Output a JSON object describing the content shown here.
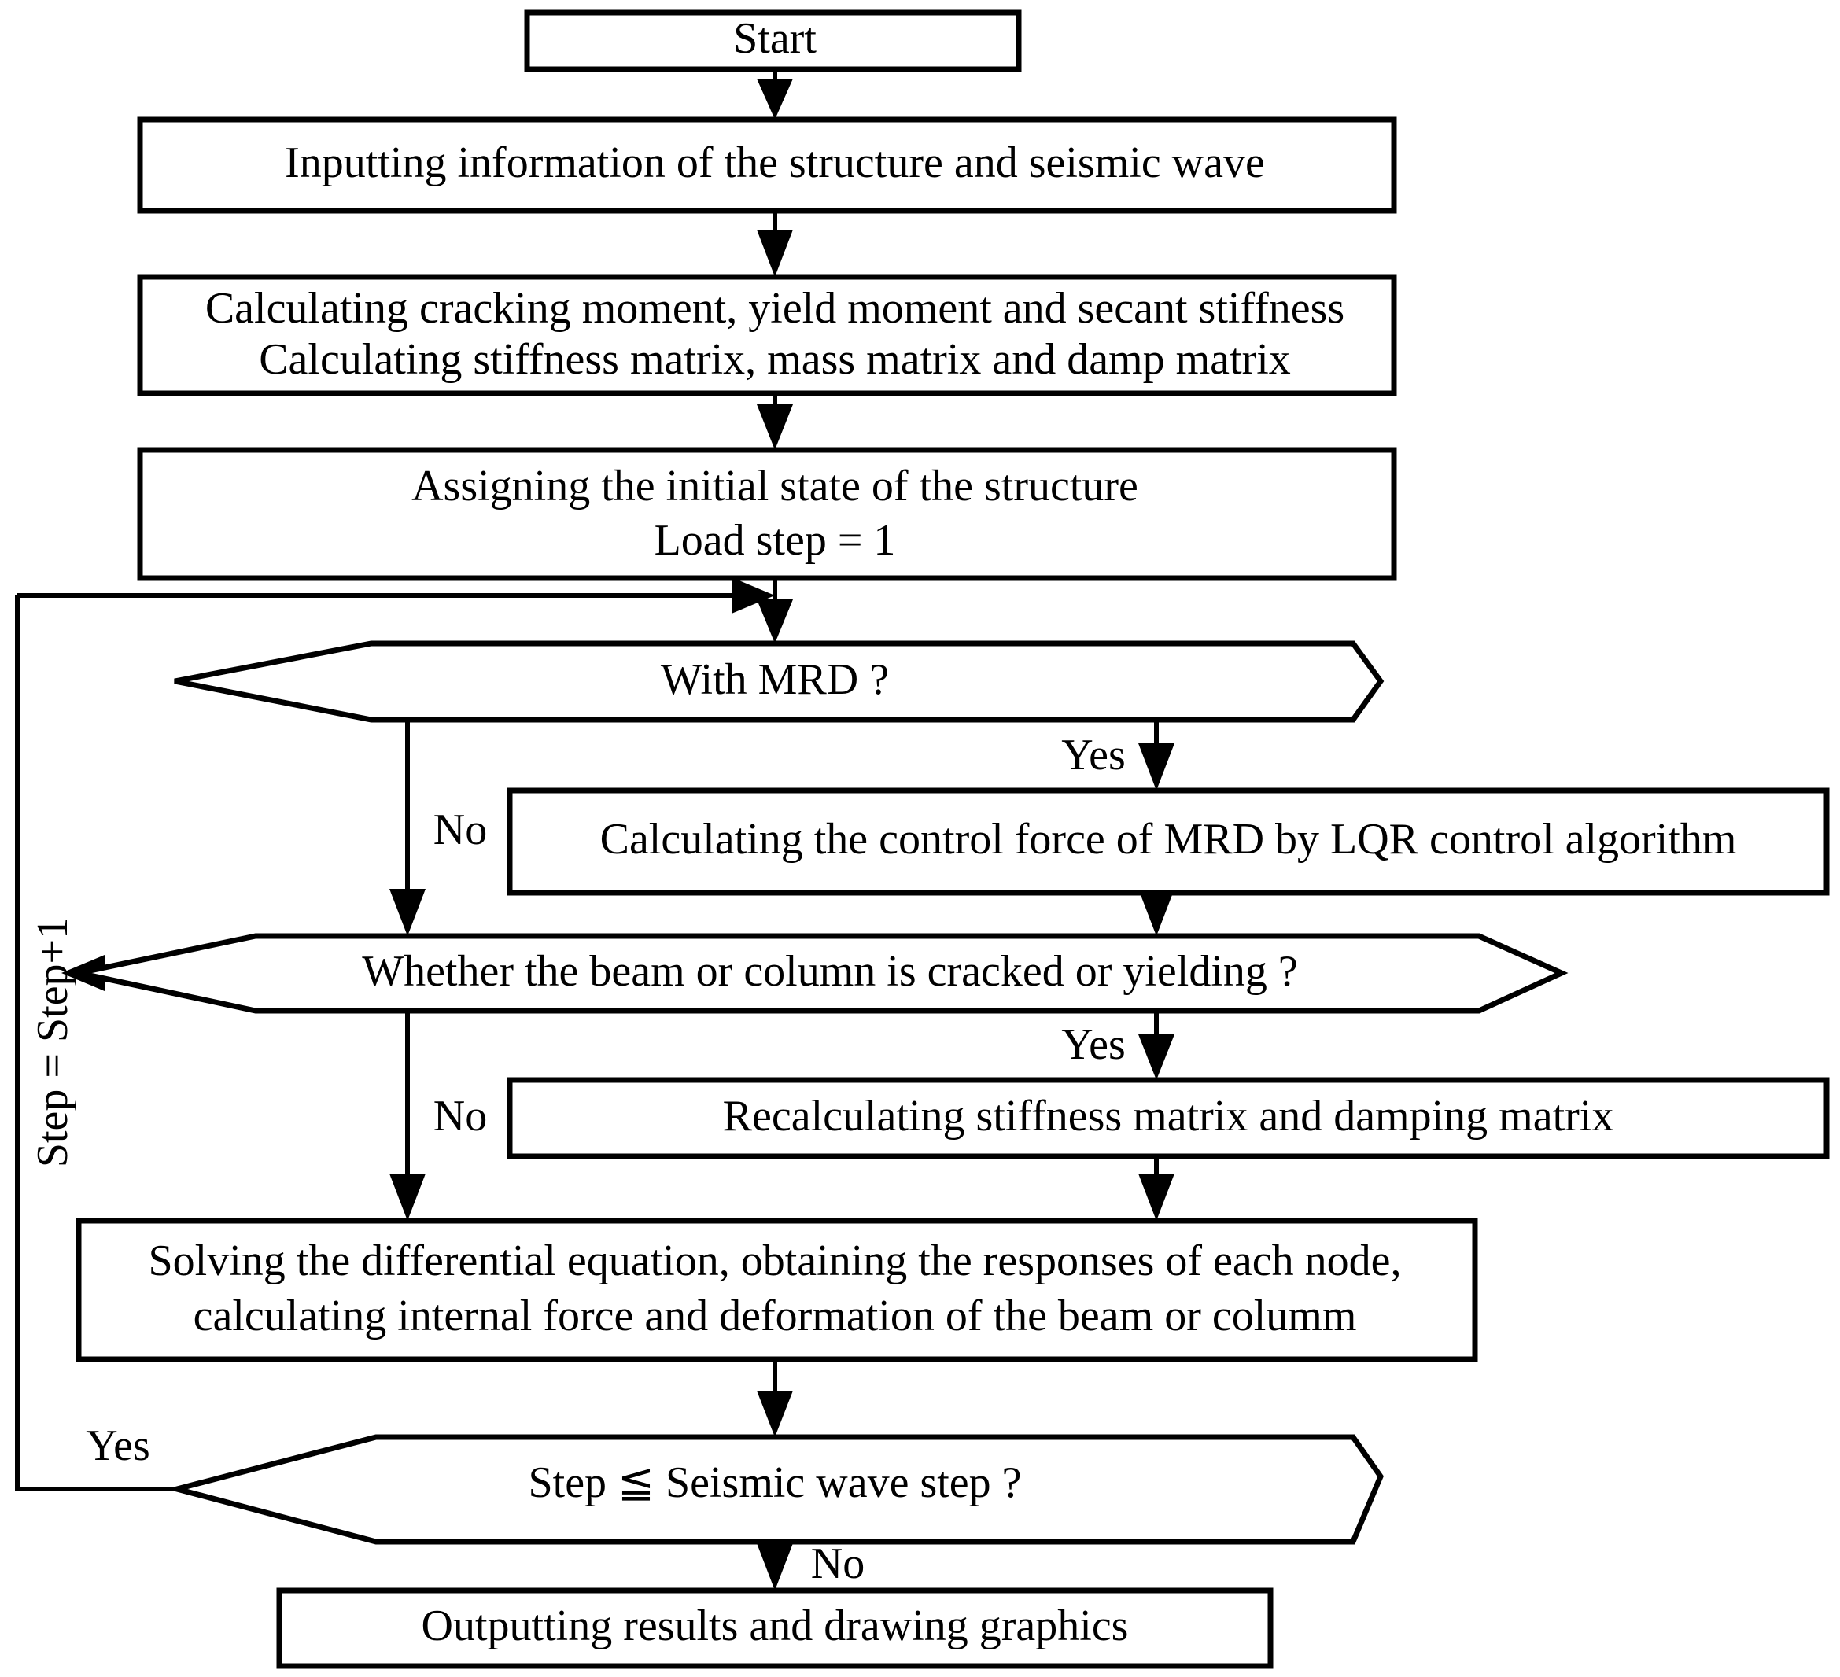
{
  "diagram": {
    "title": "Seismic analysis flowchart with MRD LQR control",
    "type": "flowchart",
    "background_color": "#ffffff",
    "line_color": "#000000",
    "text_color": "#000000"
  },
  "nodes": {
    "start": {
      "label": "Start",
      "shape": "rectangle"
    },
    "input": {
      "label": "Inputting information of the structure and  seismic wave",
      "shape": "rectangle"
    },
    "calc_moments_line1": {
      "label": "Calculating cracking moment, yield moment and secant stiffness",
      "shape": "rectangle"
    },
    "calc_moments_line2": {
      "label": "Calculating stiffness matrix, mass matrix and damp matrix",
      "shape": "rectangle"
    },
    "assign_line1": {
      "label": "Assigning the initial state of the structure",
      "shape": "rectangle"
    },
    "assign_line2": {
      "label": "Load step = 1",
      "shape": "rectangle"
    },
    "with_mrd": {
      "label": "With MRD ?",
      "shape": "hexagon"
    },
    "lqr": {
      "label": "Calculating the control force of MRD by LQR control algorithm",
      "shape": "rectangle"
    },
    "cracked": {
      "label": "Whether the beam or column is cracked or yielding ?",
      "shape": "hexagon"
    },
    "recalc": {
      "label": "Recalculating  stiffness matrix and damping matrix",
      "shape": "rectangle"
    },
    "solve_line1": {
      "label": "Solving the differential equation, obtaining the responses of each node,",
      "shape": "rectangle"
    },
    "solve_line2": {
      "label": "calculating  internal force and deformation of the beam or columm",
      "shape": "rectangle"
    },
    "step_check": {
      "label": "Step ≦ Seismic wave step ?",
      "shape": "hexagon"
    },
    "output": {
      "label": "Outputting results and drawing graphics",
      "shape": "rectangle"
    }
  },
  "edge_labels": {
    "mrd_yes": "Yes",
    "mrd_no": "No",
    "cracked_yes": "Yes",
    "cracked_no": "No",
    "step_yes": "Yes",
    "step_no": "No",
    "loop_increment": "Step = Step+1"
  }
}
